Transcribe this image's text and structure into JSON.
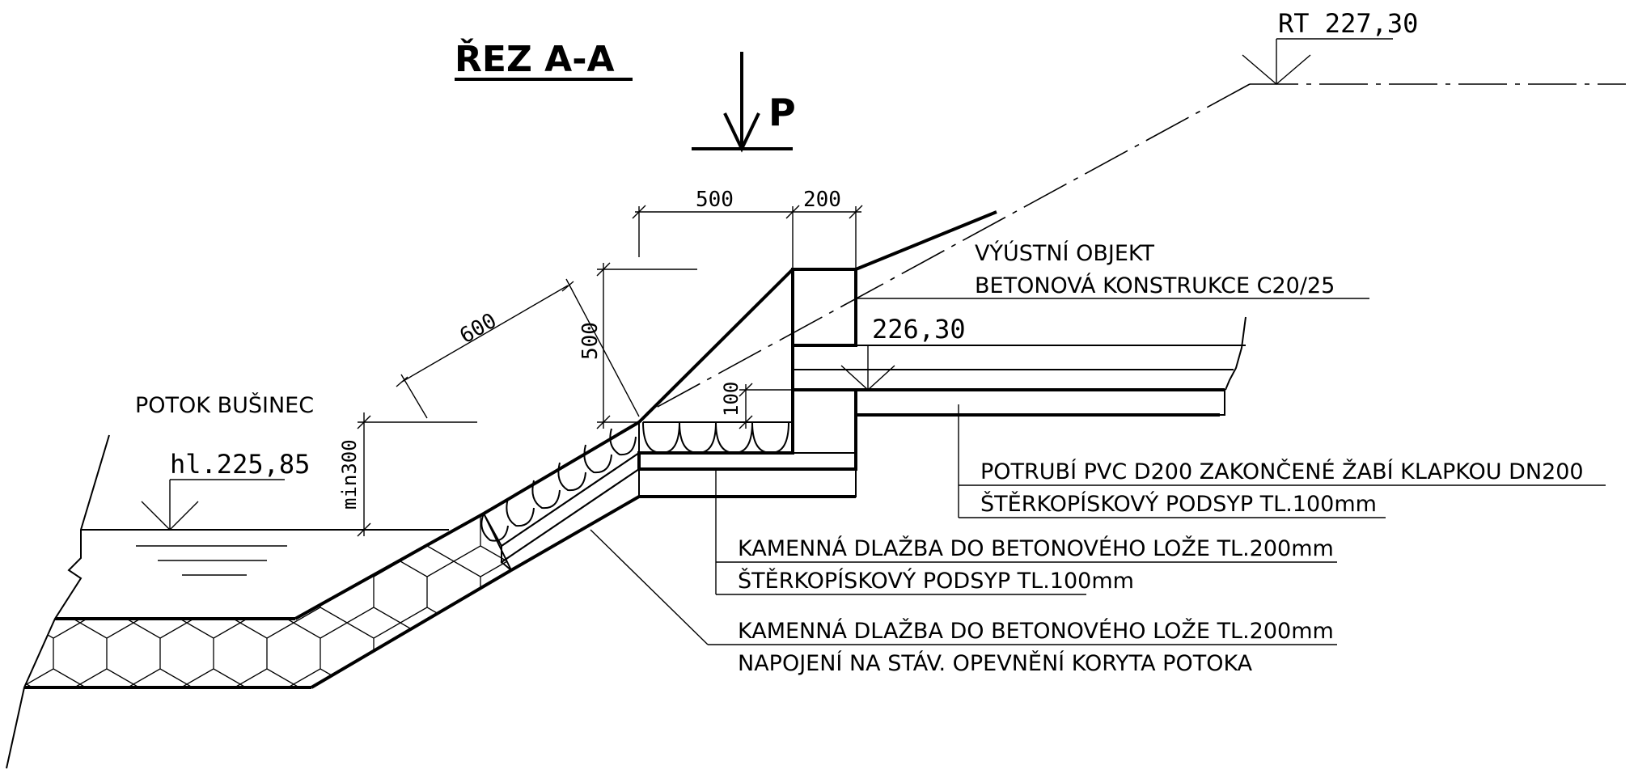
{
  "title": "ŘEZ A-A",
  "view_marker": "P",
  "elevations": {
    "top": "RT 227,30",
    "pipe": "226,30",
    "water": "hl.225,85"
  },
  "dimensions": {
    "d500_top": "500",
    "d200_top": "200",
    "d600": "600",
    "d500_vert": "500",
    "d100": "100",
    "min300": "min300"
  },
  "stream_label": "POTOK BUŠINEC",
  "annotations": {
    "outlet_1": "VÝÚSTNÍ OBJEKT",
    "outlet_2": "BETONOVÁ KONSTRUKCE C20/25",
    "pipe_1": "POTRUBÍ PVC D200 ZAKONČENÉ ŽABÍ KLAPKOU DN200",
    "pipe_2": "ŠTĚRKOPÍSKOVÝ PODSYP TL.100mm",
    "pave_1": "KAMENNÁ DLAŽBA DO BETONOVÉHO LOŽE TL.200mm",
    "pave_2": "ŠTĚRKOPÍSKOVÝ PODSYP TL.100mm",
    "conn_1": "KAMENNÁ DLAŽBA DO BETONOVÉHO LOŽE TL.200mm",
    "conn_2": "NAPOJENÍ NA STÁV. OPEVNĚNÍ KORYTA POTOKA"
  }
}
